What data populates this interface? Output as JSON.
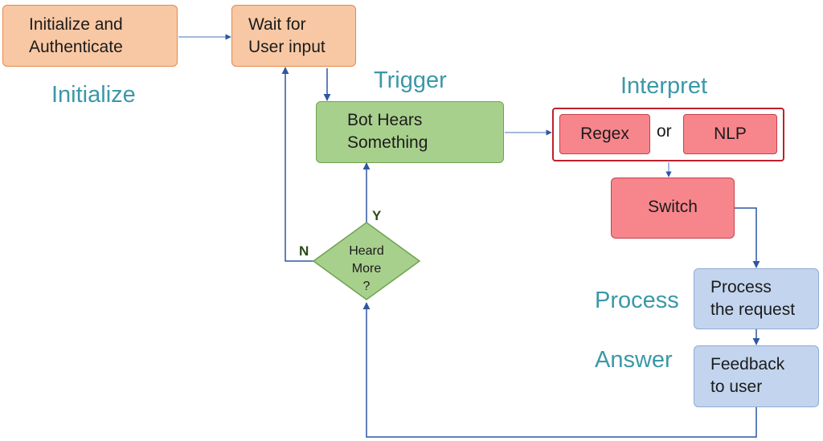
{
  "stages": {
    "initialize": "Initialize",
    "trigger": "Trigger",
    "interpret": "Interpret",
    "process": "Process",
    "answer": "Answer"
  },
  "nodes": {
    "init_auth": [
      "Initialize and",
      "Authenticate"
    ],
    "wait_input": [
      "Wait for",
      "User input"
    ],
    "bot_hears": [
      "Bot Hears",
      "Something"
    ],
    "regex": "Regex",
    "or": "or",
    "nlp": "NLP",
    "switch": "Switch",
    "process_request": [
      "Process",
      "the request"
    ],
    "feedback": [
      "Feedback",
      "to user"
    ],
    "heard_more": [
      "Heard",
      "More",
      "?"
    ]
  },
  "branch_labels": {
    "yes": "Y",
    "no": "N"
  },
  "colors": {
    "stage_text": "#3b98a8",
    "orange_fill": "#f8c8a4",
    "green_fill": "#a8d08d",
    "red_fill": "#f7868c",
    "blue_fill": "#c3d5ee",
    "connector": "#2f56a0"
  }
}
